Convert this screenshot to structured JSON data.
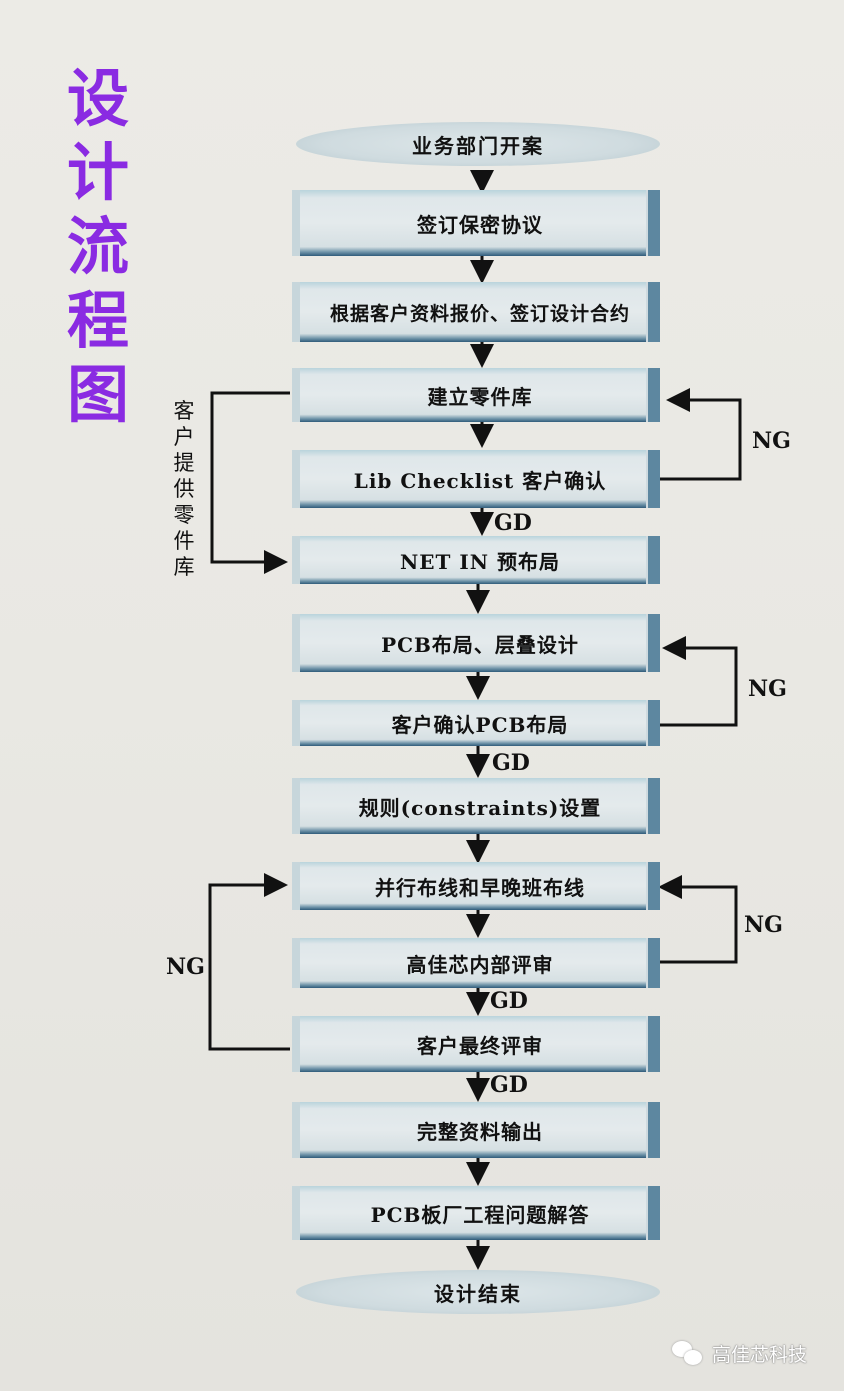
{
  "title": [
    "设",
    "计",
    "流",
    "程",
    "图"
  ],
  "start": "业务部门开案",
  "end": "设计结束",
  "steps": [
    "签订保密协议",
    "根据客户资料报价、签订设计合约",
    "建立零件库",
    "Lib Checklist 客户确认",
    "NET IN 预布局",
    "PCB布局、层叠设计",
    "客户确认PCB布局",
    "规则(constraints)设置",
    "并行布线和早晚班布线",
    "高佳芯内部评审",
    "客户最终评审",
    "完整资料输出",
    "PCB板厂工程问题解答"
  ],
  "side_label": [
    "客",
    "户",
    "提",
    "供",
    "零",
    "件",
    "库"
  ],
  "labels": {
    "gd": "GD",
    "ng": "NG"
  },
  "watermark": {
    "icon": "wechat-icon",
    "text": "高佳芯科技"
  },
  "colors": {
    "title": "#8a2be2",
    "line": "#111111"
  }
}
